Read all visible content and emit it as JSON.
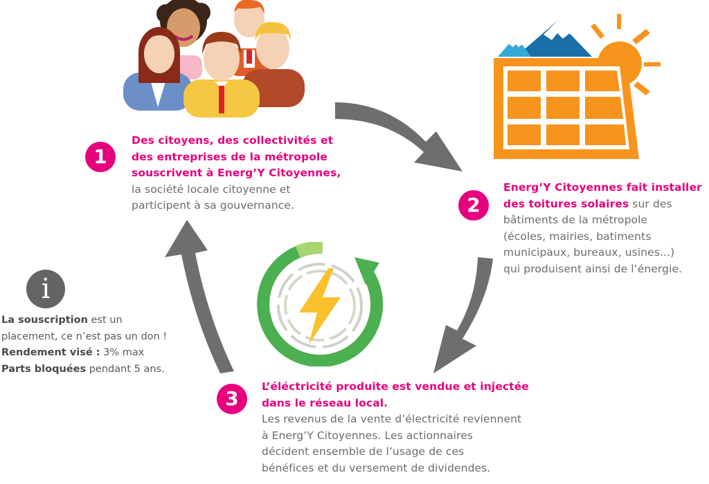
{
  "steps": [
    {
      "number": "1",
      "lines": [
        {
          "text": "Des citoyens, des collectivités et",
          "style": "pink"
        },
        {
          "text": "des entreprises de la métropole",
          "style": "pink"
        },
        {
          "text": "souscrivent à Energ’Y Citoyennes,",
          "style": "pink"
        },
        {
          "text": "la société locale citoyenne et",
          "style": "grey"
        },
        {
          "text": "participent à sa gouvernance.",
          "style": "grey"
        }
      ]
    },
    {
      "number": "2",
      "line1": "Energ’Y Citoyennes fait installer",
      "line2_bold": "des toitures solaires",
      "line2_rest": " sur des",
      "line3": "bâtiments de la métropole",
      "line4": "(écoles, mairies, batiments",
      "line5": "municipaux, bureaux, usines...)",
      "line6": "qui produisent ainsi de l’énergie."
    },
    {
      "number": "3",
      "line1": "L’éléctricité produite est vendue et injectée",
      "line2": "dans le réseau local.",
      "line3": "Les revenus de la vente d’électricité reviennent",
      "line4": "à Energ’Y Citoyennes. Les actionnaires",
      "line5": "décident ensemble de l’usage de ces",
      "line6": "bénéfices et du versement de dividendes."
    }
  ],
  "info": {
    "icon_letter": "i",
    "l1_bold": "La souscription",
    "l1_rest": " est un",
    "l2": "placement, ce n’est pas un don !",
    "l3_bold": "Rendement visé :",
    "l3_rest": " 3% max",
    "l4_bold": "Parts bloquées",
    "l4_rest": " pendant 5 ans."
  },
  "colors": {
    "accent": "#e6007e",
    "text": "#6b6b6b",
    "arrow": "#6d6e70",
    "solar_orange": "#f7941d",
    "sun": "#f7941d",
    "mountain": "#1b6fa8",
    "bolt": "#fbc02d",
    "ring_green": "#4caf50"
  },
  "icons": [
    "people-group-icon",
    "solar-roof-icon",
    "energy-cycle-icon",
    "info-icon",
    "cycle-arrow-icon"
  ]
}
